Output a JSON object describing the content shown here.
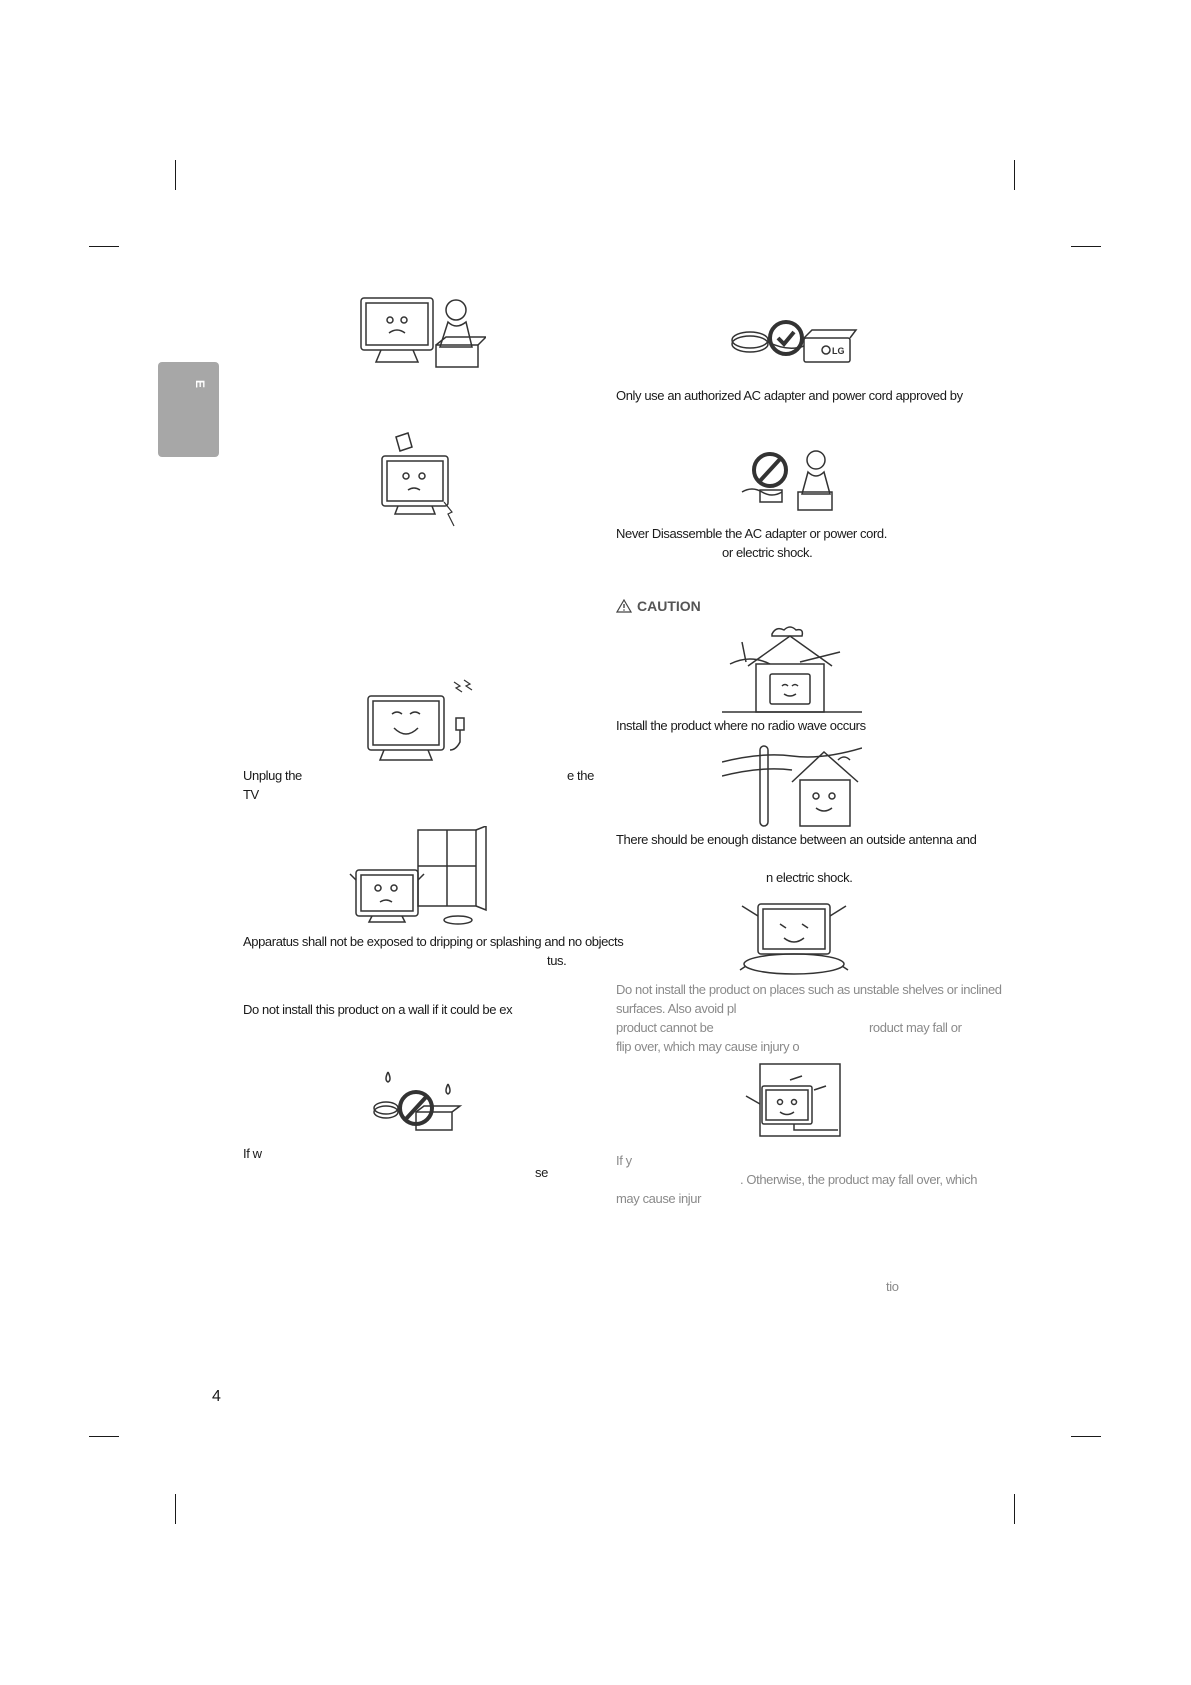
{
  "tab": {
    "letter": "E"
  },
  "page_number": "4",
  "caution_label": "CAUTION",
  "left_column": {
    "unplug_line1a": "Unplug the",
    "unplug_line1b": "e the",
    "unplug_line2": "TV",
    "apparatus_line1": "Apparatus shall not be exposed to dripping or splashing and no objects",
    "apparatus_line2": "tus.",
    "wall_line": "Do not install this product on a wall if it could be ex",
    "if_line1": "If w",
    "if_line2": "se"
  },
  "right_column": {
    "adapter_line": "Only use an authorized AC adapter and power cord approved by",
    "disassemble_line1": "Never Disassemble the AC adapter or power cord.",
    "disassemble_line2": "or electric shock.",
    "radio_line": "Install the product where no radio wave occurs",
    "antenna_line1": "There should be enough distance between an outside antenna and",
    "antenna_line2": "n electric shock.",
    "unstable_line1": "Do not install the product on places such as unstable shelves or inclined",
    "unstable_line2": "surfaces. Also avoid pl",
    "unstable_line3a": "product cannot be",
    "unstable_line3b": "roduct may fall or",
    "unstable_line4": "flip over, which may cause injury o",
    "ify_line1": "If y",
    "ify_line2": ". Otherwise, the product may fall over, which",
    "ify_line3": "may cause injur",
    "tio_fragment": "tio"
  },
  "adapter_brand": "LG"
}
